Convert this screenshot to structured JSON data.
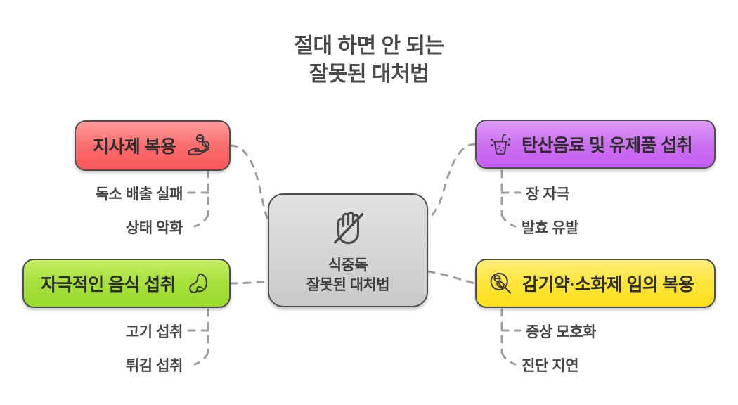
{
  "page": {
    "title_text": "절대 하면 안 되는\n잘못된 대처법",
    "background_color": "#ffffff",
    "title_color": "#4a4a4a",
    "connector_color": "#9e9e9e"
  },
  "center": {
    "label": "식중독\n잘못된 대처법",
    "icon": "no-hand-icon",
    "fill_color": "#d4d4d4",
    "border_color": "#4f4f4f"
  },
  "branches": [
    {
      "id": "antidiarrheal",
      "label": "지사제 복용",
      "icon": "hand-holding-pills-icon",
      "color": "#fb6e6e",
      "side": "left",
      "children": [
        "독소 배출 실패",
        "상태 악화"
      ]
    },
    {
      "id": "carbonated",
      "label": "탄산음료 및 유제품 섭취",
      "icon": "soda-cup-icon",
      "color": "#cc72ef",
      "side": "right",
      "children": [
        "장 자극",
        "발효 유발"
      ]
    },
    {
      "id": "irritating-food",
      "label": "자극적인 음식 섭취",
      "icon": "stomach-icon",
      "color": "#a7e03c",
      "side": "left",
      "children": [
        "고기 섭취",
        "튀김 섭취"
      ]
    },
    {
      "id": "coldmeds",
      "label": "감기약·소화제 임의 복용",
      "icon": "magnifier-pills-icon",
      "color": "#fde53c",
      "side": "right",
      "children": [
        "증상 모호화",
        "진단 지연"
      ]
    }
  ]
}
